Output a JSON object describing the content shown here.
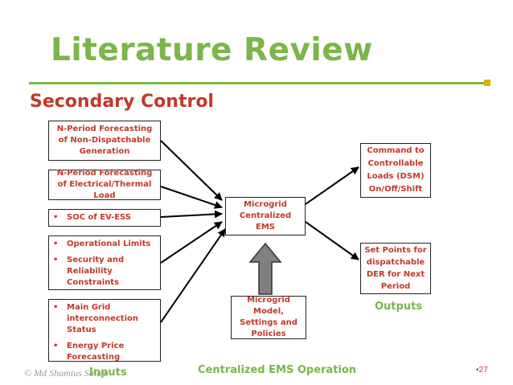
{
  "slide": {
    "title": "Literature Review",
    "subtitle": "Secondary Control",
    "colors": {
      "title": "#7ab648",
      "accent_rule": "#7ab648",
      "rule_end": "#e0b000",
      "box_text": "#c0392b",
      "center_arrow": "#808080"
    }
  },
  "inputs": {
    "forecast_generation": "N-Period Forecasting of Non-Dispatchable Generation",
    "forecast_load": "N-Period Forecasting of Electrical/Thermal Load",
    "soc": "SOC of EV-ESS",
    "operational_limits": "Operational Limits",
    "security": "Security and Reliability Constraints",
    "main_grid": "Main Grid interconnection Status",
    "energy_price": "Energy Price Forecasting"
  },
  "ems": {
    "label": "Microgrid Centralized EMS"
  },
  "model": {
    "label": "Microgrid Model, Settings and Policies"
  },
  "outputs": {
    "command": "Command to Controllable Loads (DSM) On/Off/Shift",
    "setpoints": "Set Points for dispatchable DER for Next Period"
  },
  "labels": {
    "outputs": "Outputs",
    "inputs": "Inputs",
    "footer": "Centralized EMS Operation"
  },
  "footer": {
    "copyright": "© Md Shamius Salam",
    "page": "•27"
  }
}
